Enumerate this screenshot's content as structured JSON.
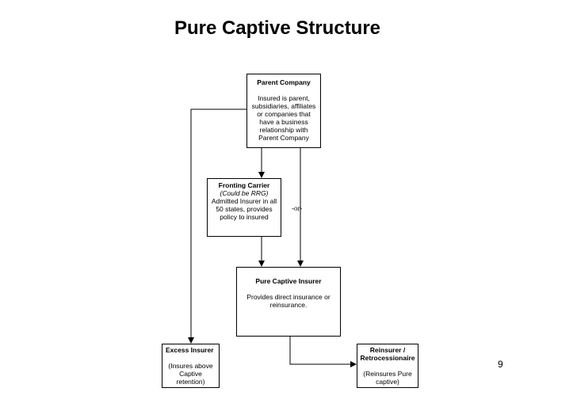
{
  "title": "Pure Captive Structure",
  "page_number": "9",
  "or_label": "-or-",
  "nodes": {
    "parent": {
      "heading": "Parent Company",
      "lines": [
        "Insured is parent,",
        "subsidiaries, affiliates",
        "or companies that",
        "have a business",
        "relationship with",
        "Parent Company"
      ]
    },
    "fronting": {
      "heading": "Fronting Carrier",
      "subheading": "(Could be RRG)",
      "lines": [
        "Admitted Insurer in all",
        "50 states, provides",
        "policy to insured"
      ]
    },
    "captive": {
      "heading": "Pure Captive Insurer",
      "lines": [
        "Provides direct insurance or",
        "reinsurance."
      ]
    },
    "excess": {
      "heading": "Excess Insurer",
      "lines": [
        "(Insures above",
        "Captive",
        "retention)"
      ]
    },
    "reinsurer": {
      "heading_lines": [
        "Reinsurer /",
        "Retrocessionaire"
      ],
      "lines": [
        "(Reinsures Pure",
        "captive)"
      ]
    }
  },
  "edges": [
    {
      "from": "Parent Company",
      "to": "Fronting Carrier"
    },
    {
      "from": "Parent Company",
      "to": "Pure Captive Insurer",
      "label": "-or-"
    },
    {
      "from": "Fronting Carrier",
      "to": "Pure Captive Insurer"
    },
    {
      "from": "Parent Company",
      "to": "Excess Insurer"
    },
    {
      "from": "Pure Captive Insurer",
      "to": "Reinsurer / Retrocessionaire"
    }
  ]
}
